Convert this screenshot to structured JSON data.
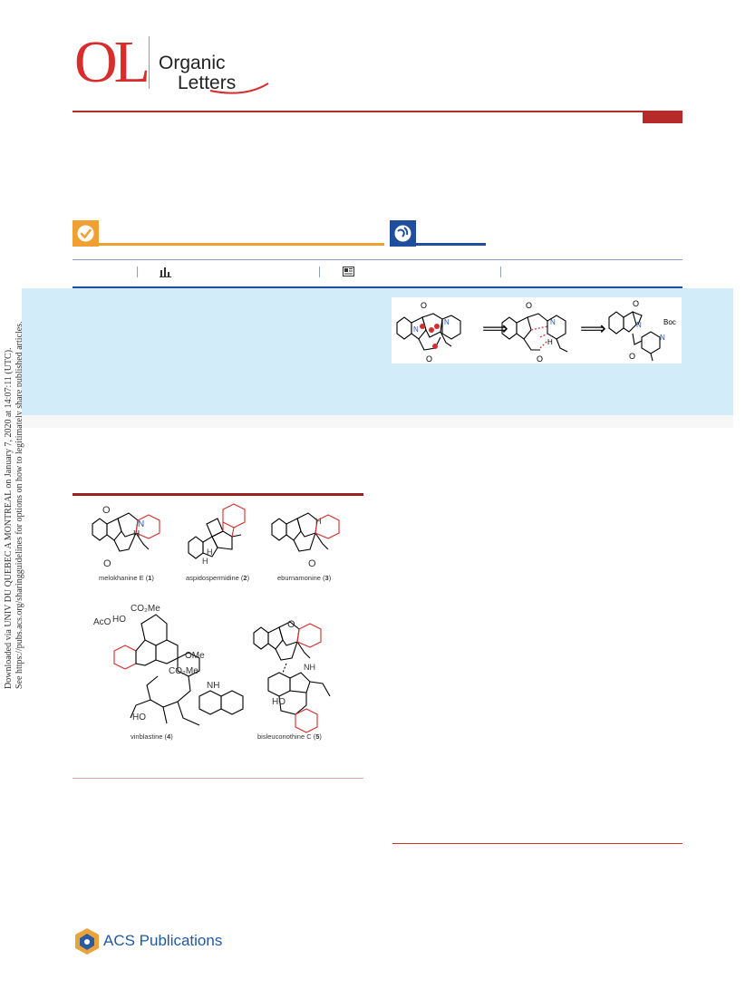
{
  "journal": {
    "logo_initials": "OL",
    "logo_line1": "Organic",
    "logo_line2": "Letters",
    "brand_color": "#d62d2d"
  },
  "sidebar": {
    "line1": "Downloaded via UNIV DU QUEBEC A MONTREAL on January 7, 2020 at 14:07:11 (UTC).",
    "line2": "See https://pubs.acs.org/sharingguidelines for options on how to legitimately share published articles."
  },
  "badges": {
    "open_access_icon": "check-circle-icon",
    "open_access_color": "#f0a030",
    "cite_icon": "globe-icon",
    "cite_color": "#1f4f9c"
  },
  "metrics": {
    "icons": [
      "bar-chart-icon",
      "article-icon"
    ]
  },
  "abstract_graphic": {
    "arrows": [
      "⟹",
      "⟹"
    ],
    "labels": {
      "boc": "Boc"
    }
  },
  "figure": {
    "captions": [
      {
        "name": "melokhanine E",
        "num": "1"
      },
      {
        "name": "aspidospermidine",
        "num": "2"
      },
      {
        "name": "eburnamonine",
        "num": "3"
      },
      {
        "name": "vinblastine",
        "num": "4"
      },
      {
        "name": "bisleuconothine C",
        "num": "5"
      }
    ],
    "atom_labels": {
      "n": "N",
      "h": "H",
      "o": "O",
      "nh": "NH",
      "co2me": "CO₂Me",
      "ome": "OMe",
      "aco": "AcO",
      "ho": "HO"
    }
  },
  "footer": {
    "publisher": "ACS Publications"
  }
}
